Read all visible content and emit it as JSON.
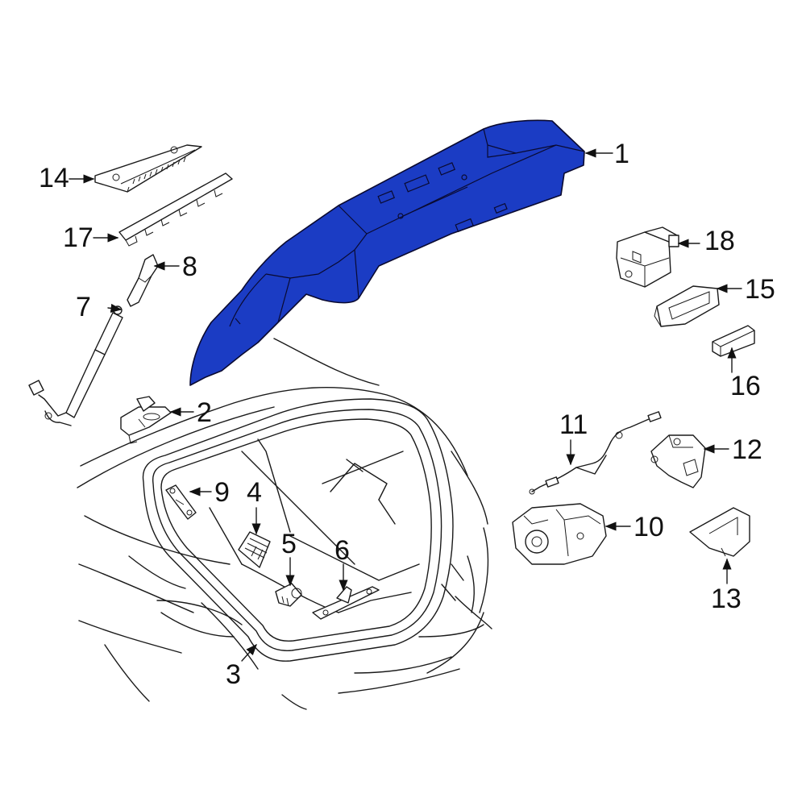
{
  "callouts": [
    {
      "id": "part-1",
      "label": "1"
    },
    {
      "id": "part-2",
      "label": "2"
    },
    {
      "id": "part-3",
      "label": "3"
    },
    {
      "id": "part-4",
      "label": "4"
    },
    {
      "id": "part-5",
      "label": "5"
    },
    {
      "id": "part-6",
      "label": "6"
    },
    {
      "id": "part-7",
      "label": "7"
    },
    {
      "id": "part-8",
      "label": "8"
    },
    {
      "id": "part-9",
      "label": "9"
    },
    {
      "id": "part-10",
      "label": "10"
    },
    {
      "id": "part-11",
      "label": "11"
    },
    {
      "id": "part-12",
      "label": "12"
    },
    {
      "id": "part-13",
      "label": "13"
    },
    {
      "id": "part-14",
      "label": "14"
    },
    {
      "id": "part-15",
      "label": "15"
    },
    {
      "id": "part-16",
      "label": "16"
    },
    {
      "id": "part-17",
      "label": "17"
    },
    {
      "id": "part-18",
      "label": "18"
    }
  ],
  "highlight_color": "#1b3cc4",
  "line_color": "#1a1a1a"
}
